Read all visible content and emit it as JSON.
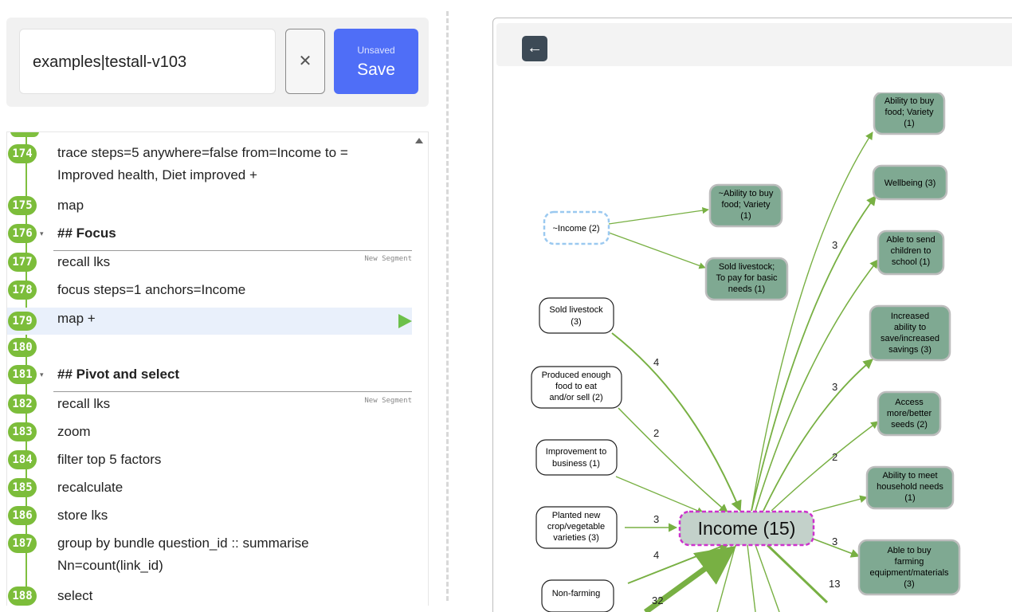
{
  "file_bar": {
    "filename": "examples|testall-v103",
    "clear_label": "✕",
    "unsaved_label": "Unsaved",
    "save_label": "Save"
  },
  "editor": {
    "lines": [
      {
        "n": "174",
        "text": "trace steps=5 anywhere=false from=Income to =",
        "text2": "Improved health, Diet improved +"
      },
      {
        "n": "175",
        "text": "map"
      },
      {
        "n": "176",
        "text": "## Focus"
      },
      {
        "n": "177",
        "text": "recall lks",
        "segment": "New Segment"
      },
      {
        "n": "178",
        "text": "focus steps=1 anchors=Income"
      },
      {
        "n": "179",
        "text": "map +"
      },
      {
        "n": "180",
        "text": ""
      },
      {
        "n": "181",
        "text": "## Pivot and select"
      },
      {
        "n": "182",
        "text": "recall lks",
        "segment": "New Segment"
      },
      {
        "n": "183",
        "text": "zoom"
      },
      {
        "n": "184",
        "text": "filter top 5 factors"
      },
      {
        "n": "185",
        "text": "recalculate"
      },
      {
        "n": "186",
        "text": "store lks"
      },
      {
        "n": "187",
        "text": "group by bundle question_id :: summarise",
        "text2": "Nn=count(link_id)"
      },
      {
        "n": "188",
        "text": "select"
      }
    ],
    "fold_glyph": "▾"
  },
  "map": {
    "back_label": "←",
    "center_node": "Income (15)",
    "left_nodes": [
      {
        "l1": "~Income (2)"
      },
      {
        "l1": "Sold livestock",
        "l2": "(3)"
      },
      {
        "l1": "Produced enough",
        "l2": "food to eat",
        "l3": "and/or sell (2)"
      },
      {
        "l1": "Improvement to",
        "l2": "business (1)"
      },
      {
        "l1": "Planted new",
        "l2": "crop/vegetable",
        "l3": "varieties (3)"
      },
      {
        "l1": "Non-farming"
      }
    ],
    "right_nodes": [
      {
        "l1": "Ability to buy",
        "l2": "food; Variety",
        "l3": "(1)"
      },
      {
        "l1": "Wellbeing (3)"
      },
      {
        "l1": "Able to send",
        "l2": "children to",
        "l3": "school (1)"
      },
      {
        "l1": "Increased",
        "l2": "ability to",
        "l3": "save/increased",
        "l4": "savings (3)"
      },
      {
        "l1": "Access",
        "l2": "more/better",
        "l3": "seeds (2)"
      },
      {
        "l1": "Ability to meet",
        "l2": "household needs",
        "l3": "(1)"
      },
      {
        "l1": "Able to buy",
        "l2": "farming",
        "l3": "equipment/materials",
        "l4": "(3)"
      }
    ],
    "tilde_nodes": [
      {
        "l1": "~Ability to buy",
        "l2": "food; Variety",
        "l3": "(1)"
      },
      {
        "l1": "Sold livestock;",
        "l2": "To pay for basic",
        "l3": "needs (1)"
      }
    ],
    "edge_labels": {
      "sold_livestock": "4",
      "produced_food": "2",
      "planted_new": "3",
      "under_planted": "4",
      "non_farming": "32",
      "to_wellbeing": "3",
      "to_save": "3",
      "to_household": "2",
      "to_equipment": "3",
      "bottom_right": "13"
    }
  },
  "colors": {
    "accent": "#4f6ef7",
    "line_badge": "#7cbd3a",
    "edge": "#78b043",
    "outcome_node": "#7fa992",
    "center_node": "#c3d1ca",
    "center_border": "#cc33cc",
    "tilde_border": "#9bc9f0"
  }
}
